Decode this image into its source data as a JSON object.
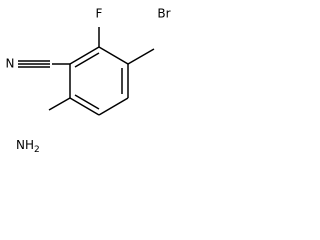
{
  "molecule": {
    "atoms": {
      "fluorine": "F",
      "bromine": "Br",
      "nitrogen_nitrile": "N",
      "amine_n": "N",
      "amine_h": "H",
      "amine_subscript": "2"
    }
  }
}
